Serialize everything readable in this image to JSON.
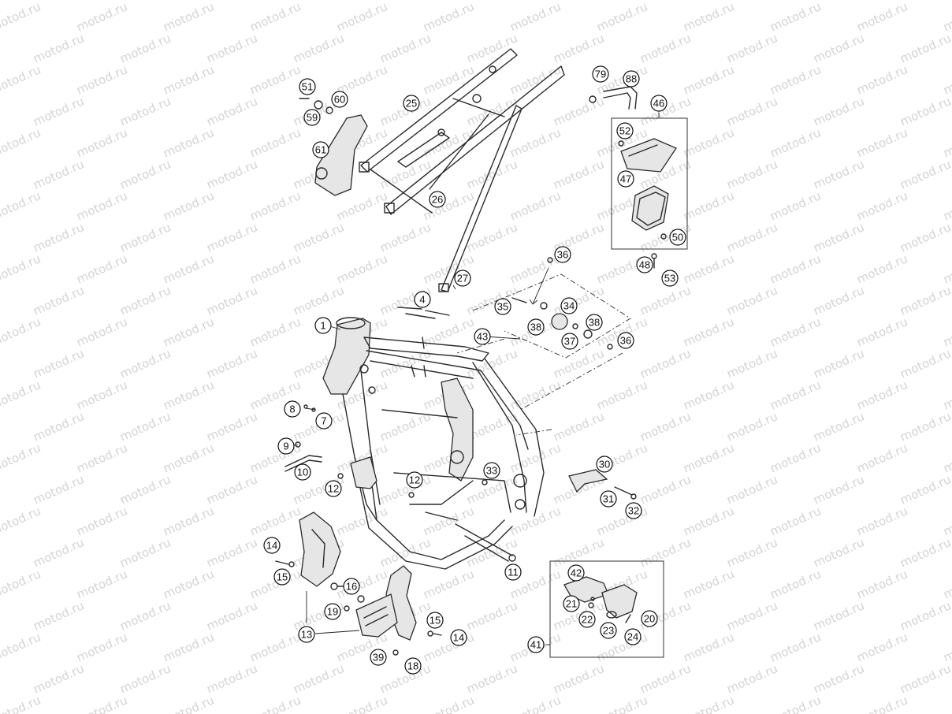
{
  "watermark": "motod.ru",
  "callouts": [
    {
      "id": "1",
      "label": "1"
    },
    {
      "id": "4",
      "label": "4"
    },
    {
      "id": "7",
      "label": "7"
    },
    {
      "id": "8",
      "label": "8"
    },
    {
      "id": "9",
      "label": "9"
    },
    {
      "id": "10",
      "label": "10"
    },
    {
      "id": "11",
      "label": "11"
    },
    {
      "id": "12a",
      "label": "12"
    },
    {
      "id": "12b",
      "label": "12"
    },
    {
      "id": "13",
      "label": "13"
    },
    {
      "id": "14a",
      "label": "14"
    },
    {
      "id": "14b",
      "label": "14"
    },
    {
      "id": "15a",
      "label": "15"
    },
    {
      "id": "15b",
      "label": "15"
    },
    {
      "id": "16",
      "label": "16"
    },
    {
      "id": "18",
      "label": "18"
    },
    {
      "id": "19",
      "label": "19"
    },
    {
      "id": "20",
      "label": "20"
    },
    {
      "id": "21",
      "label": "21"
    },
    {
      "id": "22",
      "label": "22"
    },
    {
      "id": "23",
      "label": "23"
    },
    {
      "id": "24",
      "label": "24"
    },
    {
      "id": "25",
      "label": "25"
    },
    {
      "id": "26",
      "label": "26"
    },
    {
      "id": "27",
      "label": "27"
    },
    {
      "id": "30",
      "label": "30"
    },
    {
      "id": "31",
      "label": "31"
    },
    {
      "id": "32",
      "label": "32"
    },
    {
      "id": "33",
      "label": "33"
    },
    {
      "id": "34",
      "label": "34"
    },
    {
      "id": "35",
      "label": "35"
    },
    {
      "id": "36a",
      "label": "36"
    },
    {
      "id": "36b",
      "label": "36"
    },
    {
      "id": "37",
      "label": "37"
    },
    {
      "id": "38a",
      "label": "38"
    },
    {
      "id": "38b",
      "label": "38"
    },
    {
      "id": "39",
      "label": "39"
    },
    {
      "id": "41",
      "label": "41"
    },
    {
      "id": "42",
      "label": "42"
    },
    {
      "id": "43",
      "label": "43"
    },
    {
      "id": "46",
      "label": "46"
    },
    {
      "id": "47",
      "label": "47"
    },
    {
      "id": "48",
      "label": "48"
    },
    {
      "id": "50",
      "label": "50"
    },
    {
      "id": "51",
      "label": "51"
    },
    {
      "id": "52",
      "label": "52"
    },
    {
      "id": "53",
      "label": "53"
    },
    {
      "id": "59",
      "label": "59"
    },
    {
      "id": "60",
      "label": "60"
    },
    {
      "id": "61",
      "label": "61"
    },
    {
      "id": "79",
      "label": "79"
    },
    {
      "id": "88",
      "label": "88"
    }
  ]
}
